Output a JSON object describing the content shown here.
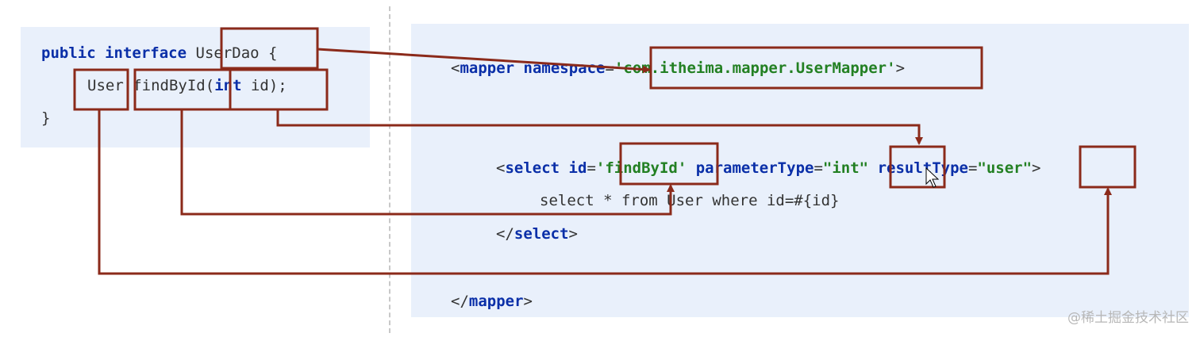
{
  "java_interface": {
    "line1": {
      "kw_public": "public",
      "kw_interface": "interface",
      "class_name": "UserDao",
      "brace_open": "{"
    },
    "line2": {
      "return_type": "User",
      "method_name": "findById",
      "paren_open": "(",
      "param_type": "int",
      "param_rest": " id);"
    },
    "line3": {
      "brace_close": "}"
    }
  },
  "mapper_xml": {
    "mapper_open": {
      "lt": "<",
      "tag": "mapper",
      "attr": "namespace",
      "eq": "=",
      "value": "'com.itheima.mapper.UserMapper'",
      "gt": ">"
    },
    "select_open": {
      "lt": "<",
      "tag": "select",
      "attr_id": "id",
      "eq1": "=",
      "val_id": "'findById'",
      "attr_param": "parameterType",
      "eq2": "=",
      "val_param": "\"int\"",
      "attr_result": "resultType",
      "eq3": "=",
      "val_result": "\"user\"",
      "gt": ">"
    },
    "sql": "select * from User where id=#{id}",
    "select_close": {
      "lt": "</",
      "tag": "select",
      "gt": ">"
    },
    "mapper_close": {
      "lt": "</",
      "tag": "mapper",
      "gt": ">"
    }
  },
  "watermark": "@稀土掘金技术社区",
  "colors": {
    "highlight_box": "#8b2a1a",
    "keyword": "#0a2fa8",
    "string": "#238023",
    "panel_bg": "#e9f0fb"
  }
}
